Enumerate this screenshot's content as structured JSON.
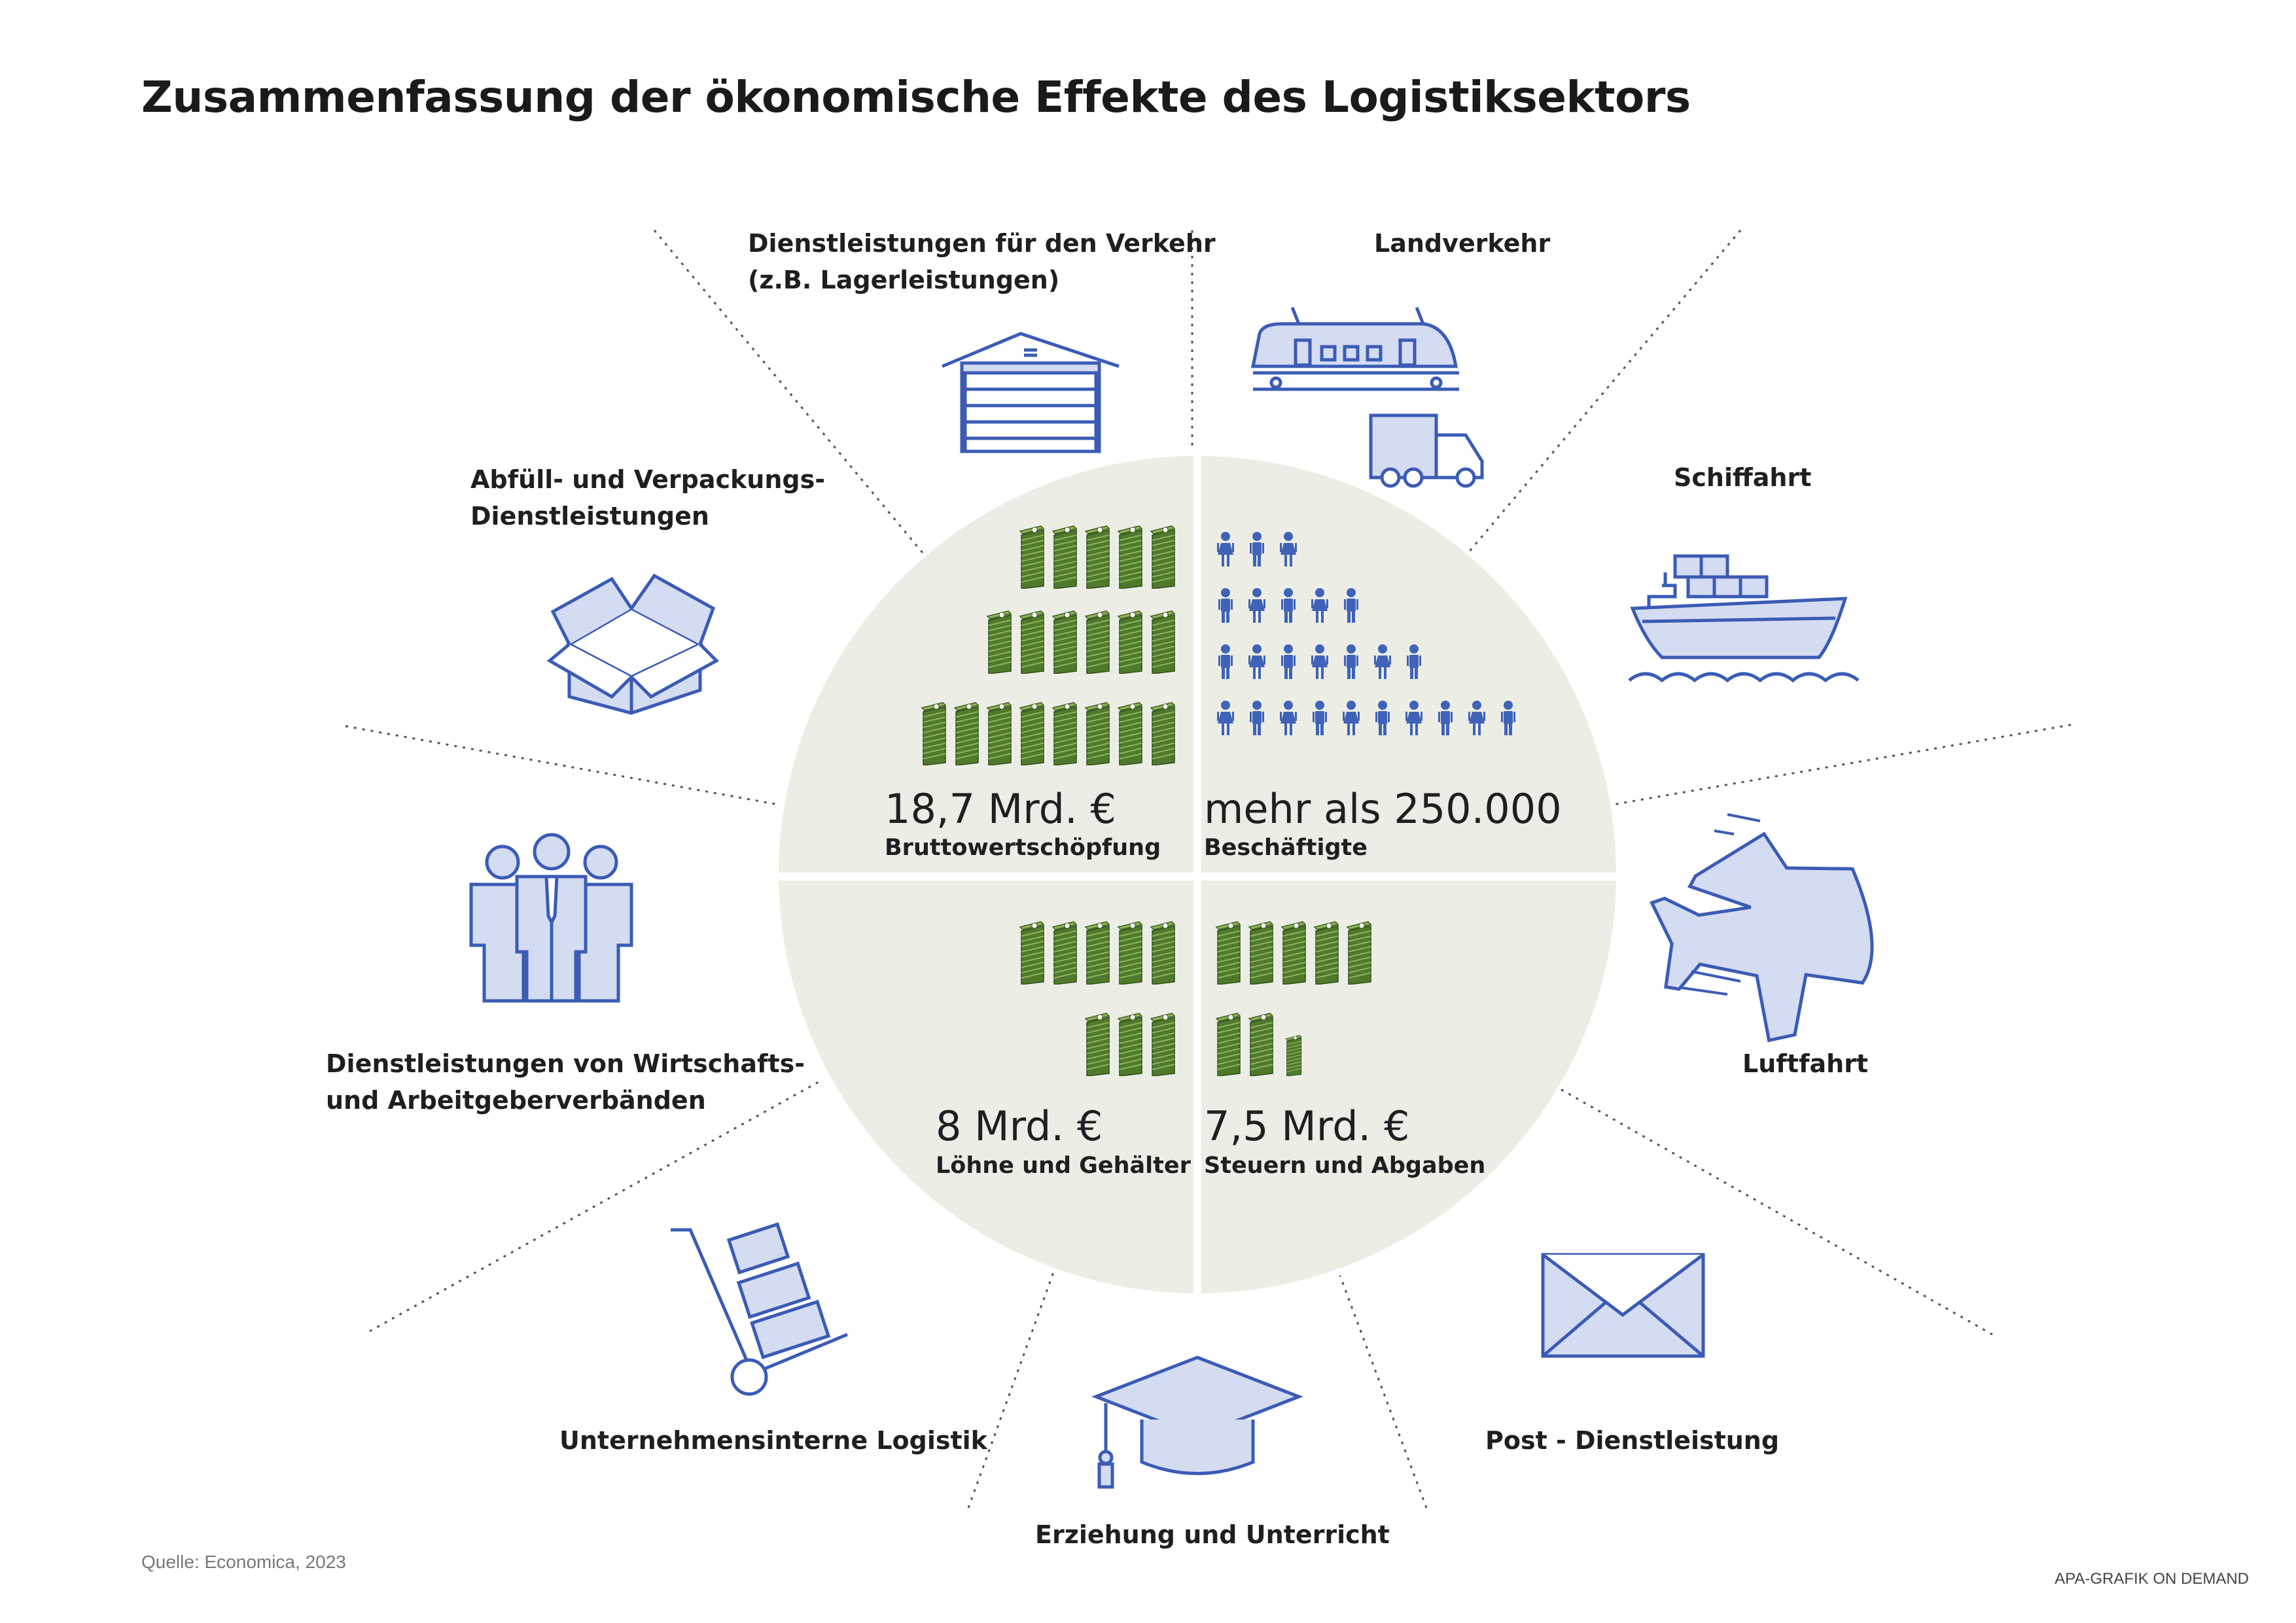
{
  "title": "Zusammenfassung der ökonomische Effekte des Logistiksektors",
  "sectors": [
    {
      "id": "dienst-verkehr",
      "line1": "Dienstleistungen für den Verkehr",
      "line2": "(z.B. Lagerleistungen)",
      "icon": "warehouse-icon"
    },
    {
      "id": "landverkehr",
      "line1": "Landverkehr",
      "icon": "train-truck-icon"
    },
    {
      "id": "schiffahrt",
      "line1": "Schiffahrt",
      "icon": "ship-icon"
    },
    {
      "id": "luftfahrt",
      "line1": "Luftfahrt",
      "icon": "airplane-icon"
    },
    {
      "id": "post",
      "line1": "Post - Dienstleistung",
      "icon": "envelope-icon"
    },
    {
      "id": "erziehung",
      "line1": "Erziehung und Unterricht",
      "icon": "graduation-cap-icon"
    },
    {
      "id": "intern",
      "line1": "Unternehmensinterne Logistik",
      "icon": "hand-truck-icon"
    },
    {
      "id": "verbaende",
      "line1": "Dienstleistungen von Wirtschafts-",
      "line2": "und Arbeitgeberverbänden",
      "icon": "business-people-icon"
    },
    {
      "id": "abfuell",
      "line1": "Abfüll- und Verpackungs-",
      "line2": "Dienstleistungen",
      "icon": "open-box-icon"
    }
  ],
  "effects": [
    {
      "id": "bws",
      "value": "18,7 Mrd. €",
      "label": "Bruttowertschöpfung",
      "icon": "money-stack-icon"
    },
    {
      "id": "beschaeftigte",
      "value": "mehr als 250.000",
      "label": "Beschäftigte",
      "icon": "people-icon"
    },
    {
      "id": "loehne",
      "value": "8 Mrd. €",
      "label": "Löhne und Gehälter",
      "icon": "money-stack-icon"
    },
    {
      "id": "steuern",
      "value": "7,5 Mrd. €",
      "label": "Steuern und Abgaben",
      "icon": "money-stack-icon"
    }
  ],
  "source": "Quelle: Economica, 2023",
  "credit": "APA-GRAFIK ON DEMAND",
  "colors": {
    "circle": "#eceee6",
    "icon_blue": "#3b5bb5",
    "icon_fill": "#d4dcf2",
    "money_green": "#4f7a2b",
    "money_light": "#8fb25c",
    "person_blue": "#3f63b8"
  }
}
